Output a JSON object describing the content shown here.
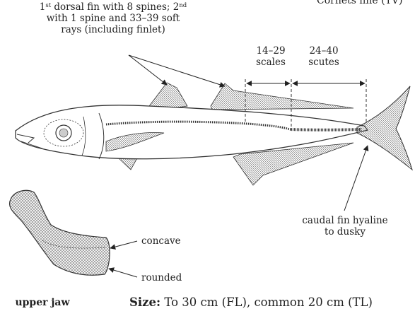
{
  "header_fragment": "Cornets line (TV)",
  "dorsal_note": {
    "line1_pre": "1",
    "line1_sup": "st",
    "line1_post": " dorsal fin with 8 spines; 2",
    "line1_sup2": "nd",
    "line2": "with 1 spine and 33–39 soft",
    "line3": "rays (including finlet)"
  },
  "lateral_line": {
    "scales": {
      "range": "14–29",
      "unit": "scales"
    },
    "scutes": {
      "range": "24–40",
      "unit": "scutes"
    }
  },
  "caudal_note": {
    "line1": "caudal fin hyaline",
    "line2": "to dusky"
  },
  "jaw": {
    "concave_label": "concave",
    "rounded_label": "rounded",
    "caption": "upper jaw"
  },
  "size": {
    "label": "Size:",
    "text": " To 30 cm (FL), common 20 cm (TL)"
  }
}
